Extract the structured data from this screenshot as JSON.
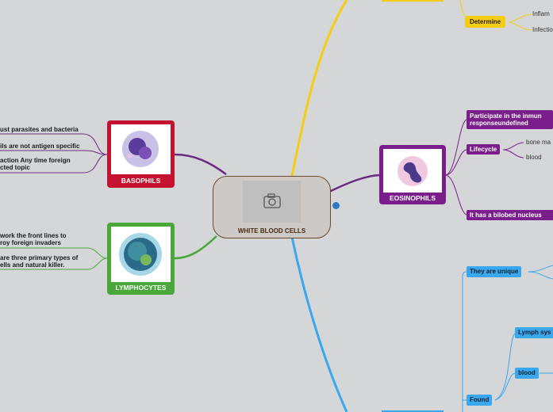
{
  "central": {
    "title": "WHITE BLOOD CELLS",
    "image": "camera-icon"
  },
  "basophils": {
    "label": "BASOPHILS",
    "color": "#c41230",
    "notes": [
      "ust parasites and bacteria",
      "ils are not antigen specific",
      "action Any time foreign",
      "cted topic"
    ]
  },
  "lymphocytes": {
    "label": "LYMPHOCYTES",
    "color": "#4aa83a",
    "notes": [
      "work the front lines to",
      "roy foreign invaders",
      "are three primary types of",
      "ells and natural killer."
    ]
  },
  "eosinophils": {
    "label": "EOSINOPHILS",
    "color": "#7a1e8c",
    "topics": [
      "Participate in the inmun",
      "responseundefined",
      "Lifecycle",
      "It has a bilobed nucleus"
    ],
    "lifecycle": [
      "bone ma",
      "blood"
    ]
  },
  "yellow_branch": {
    "color": "#f5cd15",
    "topic": "Determine",
    "subs": [
      "Inflam",
      "Infectio"
    ]
  },
  "blue_branch": {
    "color": "#3aa8ef",
    "topics": [
      "They are unique",
      "Lymph sys",
      "blood",
      "Found"
    ]
  }
}
